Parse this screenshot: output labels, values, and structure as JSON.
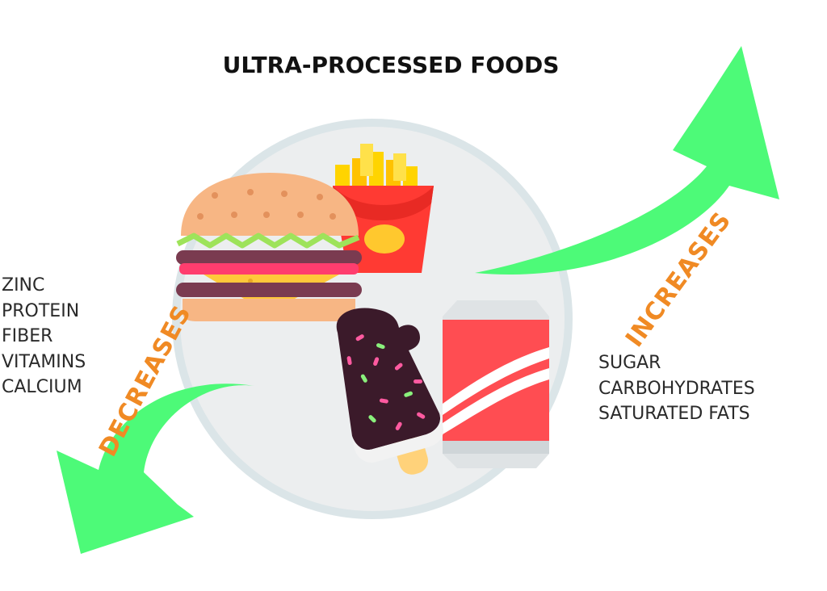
{
  "title": "ULTRA-PROCESSED FOODS",
  "decreases": {
    "label": "DECREASES",
    "items": [
      "ZINC",
      "PROTEIN",
      "FIBER",
      "VITAMINS",
      "CALCIUM"
    ]
  },
  "increases": {
    "label": "INCREASES",
    "items": [
      "SUGAR",
      "CARBOHYDRATES",
      "SATURATED FATS"
    ]
  },
  "colors": {
    "arrow": "#4dfa78",
    "label": "#f08a24",
    "circle_fill": "#eceeef",
    "circle_stroke": "#dbe5e8"
  },
  "icons": [
    "burger-icon",
    "fries-icon",
    "ice-cream-bar-icon",
    "soda-can-icon"
  ]
}
